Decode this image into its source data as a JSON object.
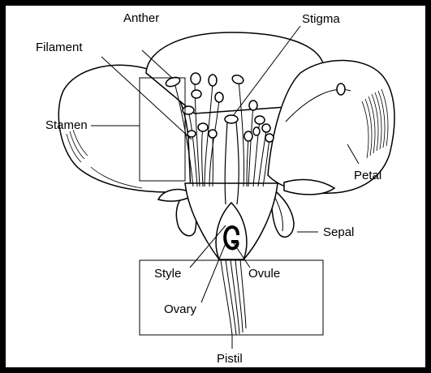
{
  "diagram": {
    "labels": {
      "anther": "Anther",
      "stigma": "Stigma",
      "filament": "Filament",
      "stamen": "Stamen",
      "petal": "Petal",
      "sepal": "Sepal",
      "style": "Style",
      "ovule": "Ovule",
      "ovary": "Ovary",
      "pistil": "Pistil"
    }
  }
}
